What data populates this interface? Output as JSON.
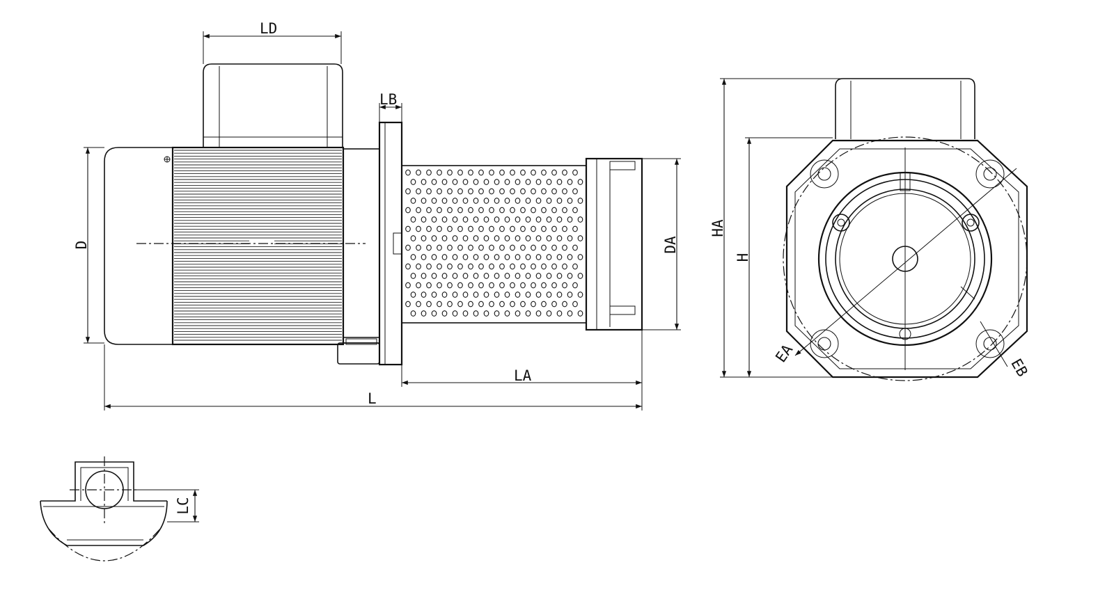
{
  "labels": {
    "LD": "LD",
    "LB": "LB",
    "D": "D",
    "DA": "DA",
    "LA": "LA",
    "L": "L",
    "HA": "HA",
    "H": "H",
    "EA": "EA",
    "EB": "EB",
    "LC": "LC"
  }
}
